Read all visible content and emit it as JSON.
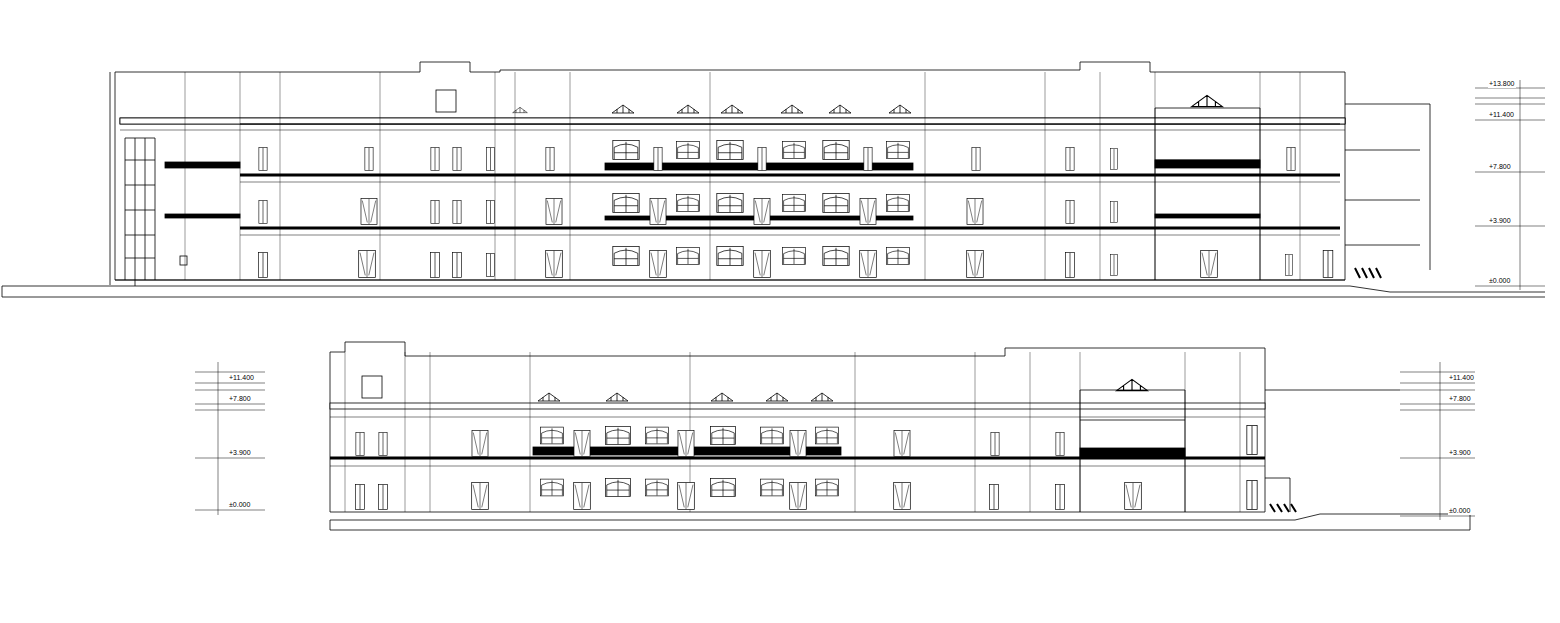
{
  "diagram": {
    "labels": [
      "+13.800",
      "+11.400",
      "+7.800",
      "+3.900",
      "±0.000",
      "+11.400",
      "+7.800",
      "+3.900",
      "±0.000",
      "+11.400",
      "+7.800",
      "+3.900",
      "±0.000"
    ]
  }
}
